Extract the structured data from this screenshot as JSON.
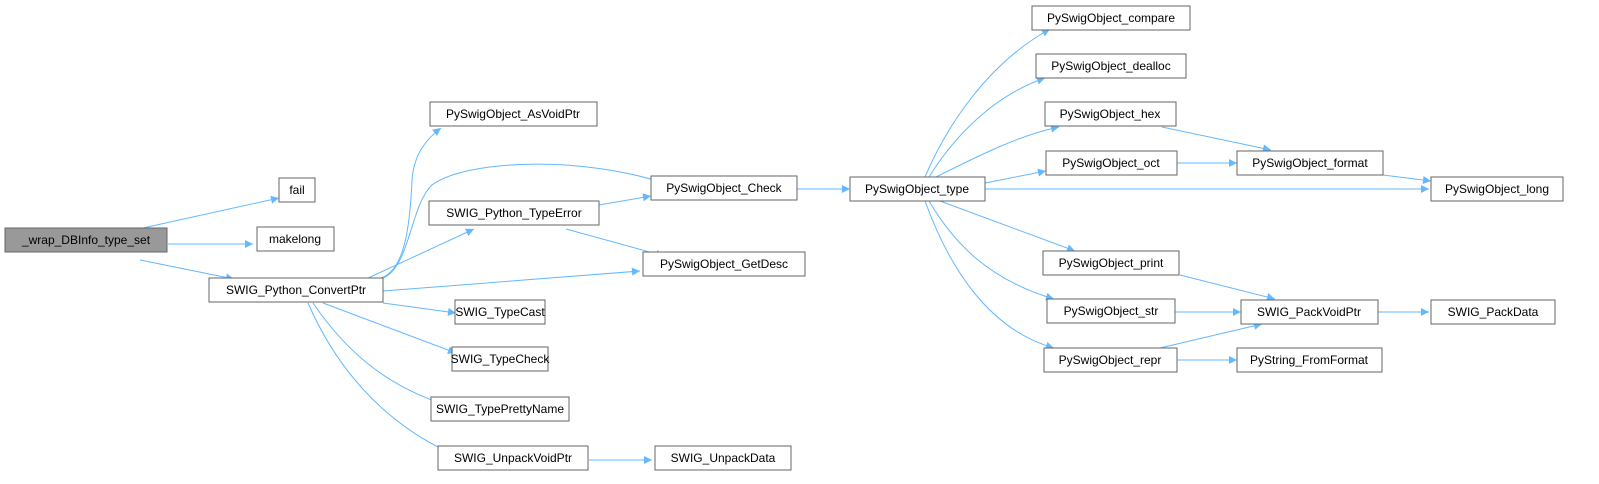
{
  "colors": {
    "edge": "#63b8ff",
    "node_fill": "#ffffff",
    "node_border": "#666666",
    "root_fill": "#999999"
  },
  "nodes": {
    "root": "_wrap_DBInfo_type_set",
    "fail": "fail",
    "makelong": "makelong",
    "convertptr": "SWIG_Python_ConvertPtr",
    "asvoidptr": "PySwigObject_AsVoidPtr",
    "typeerror": "SWIG_Python_TypeError",
    "check": "PySwigObject_Check",
    "getdesc": "PySwigObject_GetDesc",
    "typecast": "SWIG_TypeCast",
    "typecheck": "SWIG_TypeCheck",
    "typeprettyname": "SWIG_TypePrettyName",
    "unpackvoidptr": "SWIG_UnpackVoidPtr",
    "unpackdata": "SWIG_UnpackData",
    "type": "PySwigObject_type",
    "compare": "PySwigObject_compare",
    "dealloc": "PySwigObject_dealloc",
    "hex": "PySwigObject_hex",
    "oct": "PySwigObject_oct",
    "format": "PySwigObject_format",
    "long": "PySwigObject_long",
    "print": "PySwigObject_print",
    "str": "PySwigObject_str",
    "repr": "PySwigObject_repr",
    "packvoidptr": "SWIG_PackVoidPtr",
    "packdata": "SWIG_PackData",
    "fromformat": "PyString_FromFormat"
  }
}
